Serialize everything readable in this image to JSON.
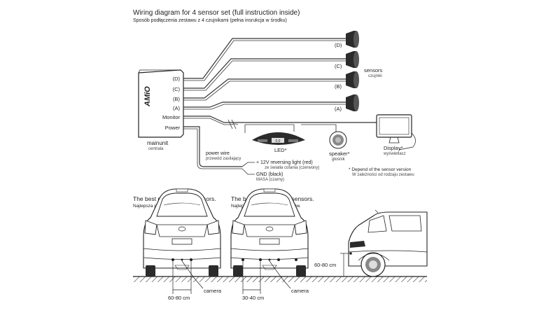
{
  "header": {
    "title": "Wiring diagram for 4 sensor set (full instruction inside)",
    "subtitle": "Sposób podłączenia zestawu z 4 czujnikami (pełna insrukcja w środku)"
  },
  "mainunit": {
    "brand": "AMiO",
    "ports": [
      "(D)",
      "(C)",
      "(B)",
      "(A)",
      "Monitor",
      "Power"
    ],
    "label": "mainunit",
    "label_pl": "centrala"
  },
  "sensors": {
    "items": [
      "(D)",
      "(C)",
      "(B)",
      "(A)"
    ],
    "label": "sensors",
    "label_pl": "czujniki"
  },
  "led": {
    "label": "LED*",
    "readout": "0.0"
  },
  "speaker": {
    "label": "speaker*",
    "label_pl": "głośnik"
  },
  "display": {
    "label": "Display*",
    "label_pl": "wyświetlacz"
  },
  "power_wire": {
    "label": "power wire",
    "label_pl": "przewód zasilający",
    "plus": "+ 12V reversing light (red)",
    "plus_pl": "ze światła cofania (czerwony)",
    "gnd": "GND (black)",
    "gnd_pl": "MASA (czarny)"
  },
  "note": {
    "text": "* Depend of the sensor version",
    "text_pl": "W zależności od rodzaju zestawu"
  },
  "two_sensors": {
    "title": "The best position for 2 sensors.",
    "title_pl": "Najlepsza pozycja dla 2 czujników.",
    "distance": "60-80 cm",
    "camera": "camera"
  },
  "four_sensors": {
    "title": "The best position for 4 sensors.",
    "title_pl": "Najlepsza pozycja dla 4 czujników.",
    "distance": "30-40 cm",
    "camera": "camera"
  },
  "side_view": {
    "height": "60-80 cm"
  },
  "colors": {
    "ink": "#222222",
    "sensor": "#2b2b2b",
    "ground": "#333333"
  }
}
